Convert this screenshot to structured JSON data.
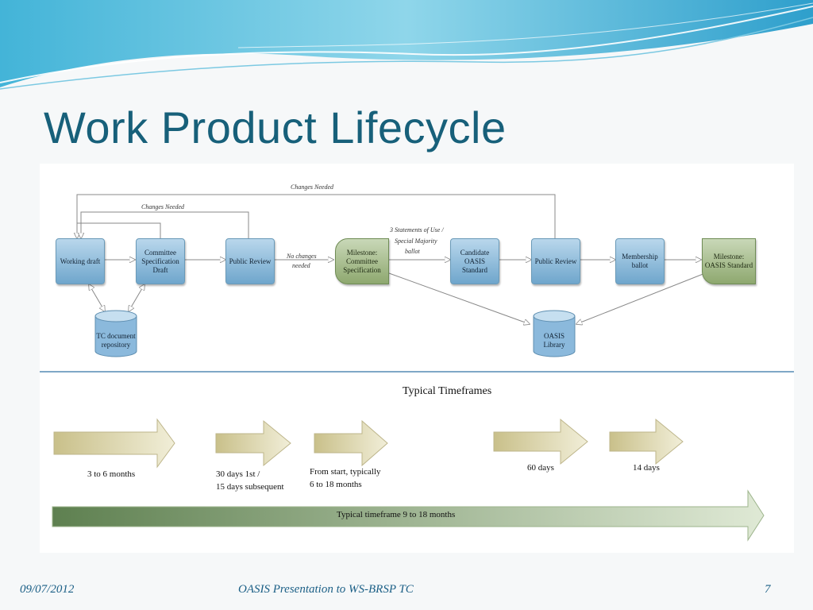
{
  "title": "Work Product Lifecycle",
  "nodes": {
    "working_draft": "Working draft",
    "committee_spec_draft": "Committee Specification Draft",
    "public_review_1": "Public Review",
    "milestone_cs": "Milestone: Committee Specification",
    "candidate_oasis": "Candidate OASIS Standard",
    "public_review_2": "Public Review",
    "membership_ballot": "Membership ballot",
    "milestone_oasis": "Milestone: OASIS Standard",
    "tc_repository": "TC document repository",
    "oasis_library": "OASIS Library"
  },
  "edge_labels": {
    "changes_needed_top": "Changes Needed",
    "changes_needed_inner": "Changes Needed",
    "no_changes_line1": "No changes",
    "no_changes_line2": "needed",
    "statements_line1": "3 Statements of Use /",
    "statements_line2": "Special Majority",
    "statements_line3": "ballot"
  },
  "timeframes": {
    "heading": "Typical Timeframes",
    "t1": "3 to 6 months",
    "t2_line1": "30 days 1st /",
    "t2_line2": "15 days subsequent",
    "t3_line1": "From start, typically",
    "t3_line2": "6 to 18 months",
    "t4": "60 days",
    "t5": "14 days",
    "total": "Typical timeframe 9 to 18 months"
  },
  "footer": {
    "date": "09/07/2012",
    "center": "OASIS Presentation to WS-BRSP TC",
    "page": "7"
  },
  "colors": {
    "title": "#17607a",
    "process_box": "#8bb9dc",
    "milestone": "#a7bd8c",
    "timeframe_arrow": "#d3cc9e",
    "total_arrow_start": "#5e8050",
    "footer": "#1b5f86"
  }
}
